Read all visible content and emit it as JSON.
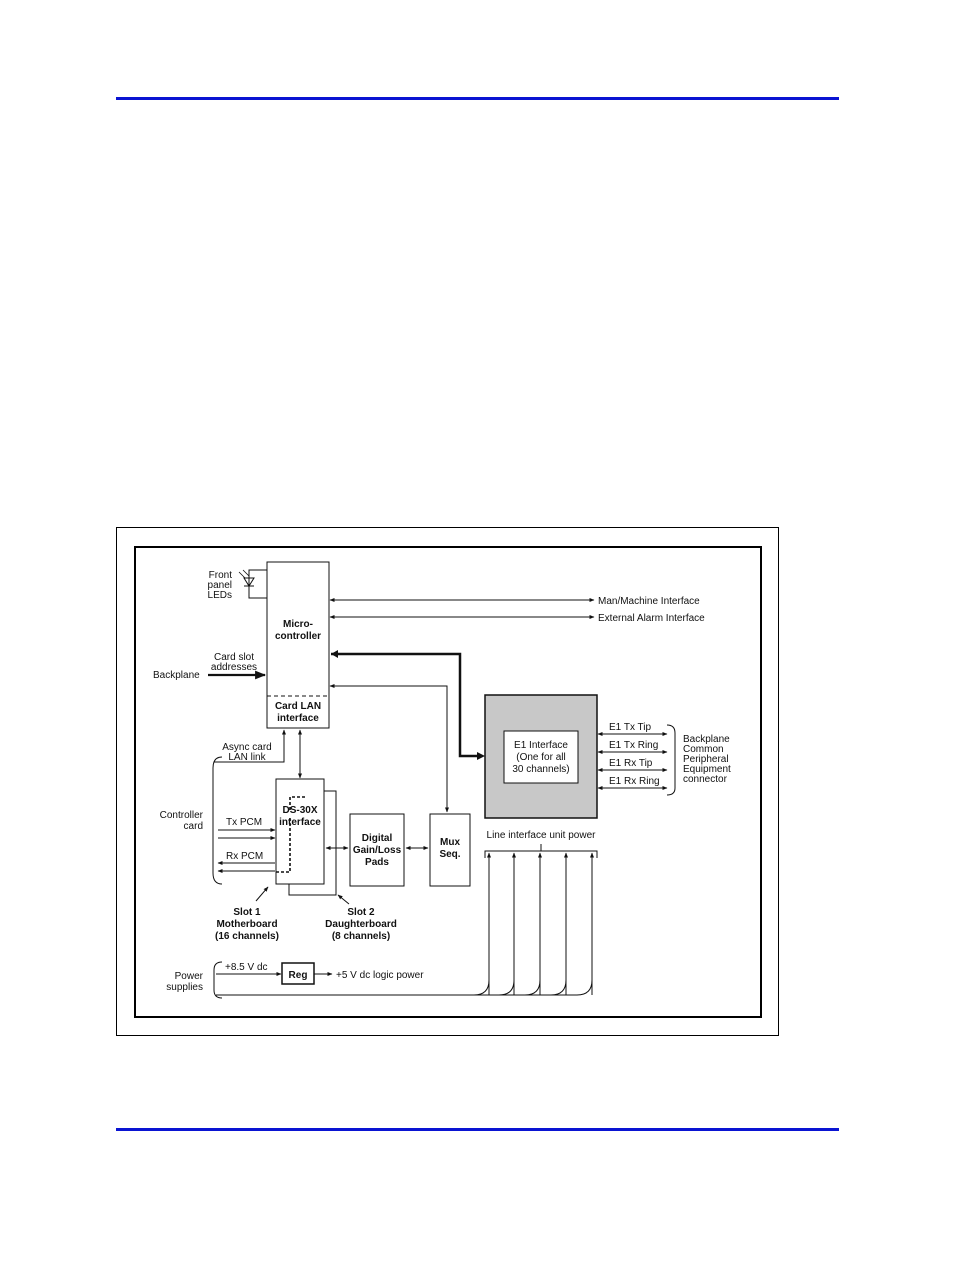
{
  "colors": {
    "rule": "#0a14d2",
    "e1_fill": "#c8c8c8"
  },
  "labels": {
    "front_panel": [
      "Front",
      "panel",
      "LEDs"
    ],
    "micro": [
      "Micro-",
      "controller"
    ],
    "card_lan": [
      "Card LAN",
      "interface"
    ],
    "card_slot": [
      "Card slot",
      "addresses"
    ],
    "backplane": "Backplane",
    "man_machine": "Man/Machine Interface",
    "ext_alarm": "External Alarm Interface",
    "async": [
      "Async card",
      "LAN link"
    ],
    "controller_card": [
      "Controller",
      "card"
    ],
    "tx_pcm": "Tx PCM",
    "rx_pcm": "Rx PCM",
    "ds30x": [
      "DS-30X",
      "interface"
    ],
    "gain": [
      "Digital",
      "Gain/Loss",
      "Pads"
    ],
    "mux": [
      "Mux",
      "Seq."
    ],
    "e1_interface": [
      "E1 Interface",
      "(One for all",
      "30 channels)"
    ],
    "e1_tx_tip": "E1 Tx Tip",
    "e1_tx_ring": "E1 Tx Ring",
    "e1_rx_tip": "E1 Rx Tip",
    "e1_rx_ring": "E1 Rx Ring",
    "backplane_cpe": [
      "Backplane",
      "Common",
      "Peripheral",
      "Equipment",
      "connector"
    ],
    "line_power": "Line interface unit power",
    "slot1": [
      "Slot 1",
      "Motherboard",
      "(16 channels)"
    ],
    "slot2": [
      "Slot 2",
      "Daughterboard",
      "(8 channels)"
    ],
    "power": [
      "Power",
      "supplies"
    ],
    "v85": "+8.5 V dc",
    "reg": "Reg",
    "v5": "+5 V dc logic power"
  }
}
